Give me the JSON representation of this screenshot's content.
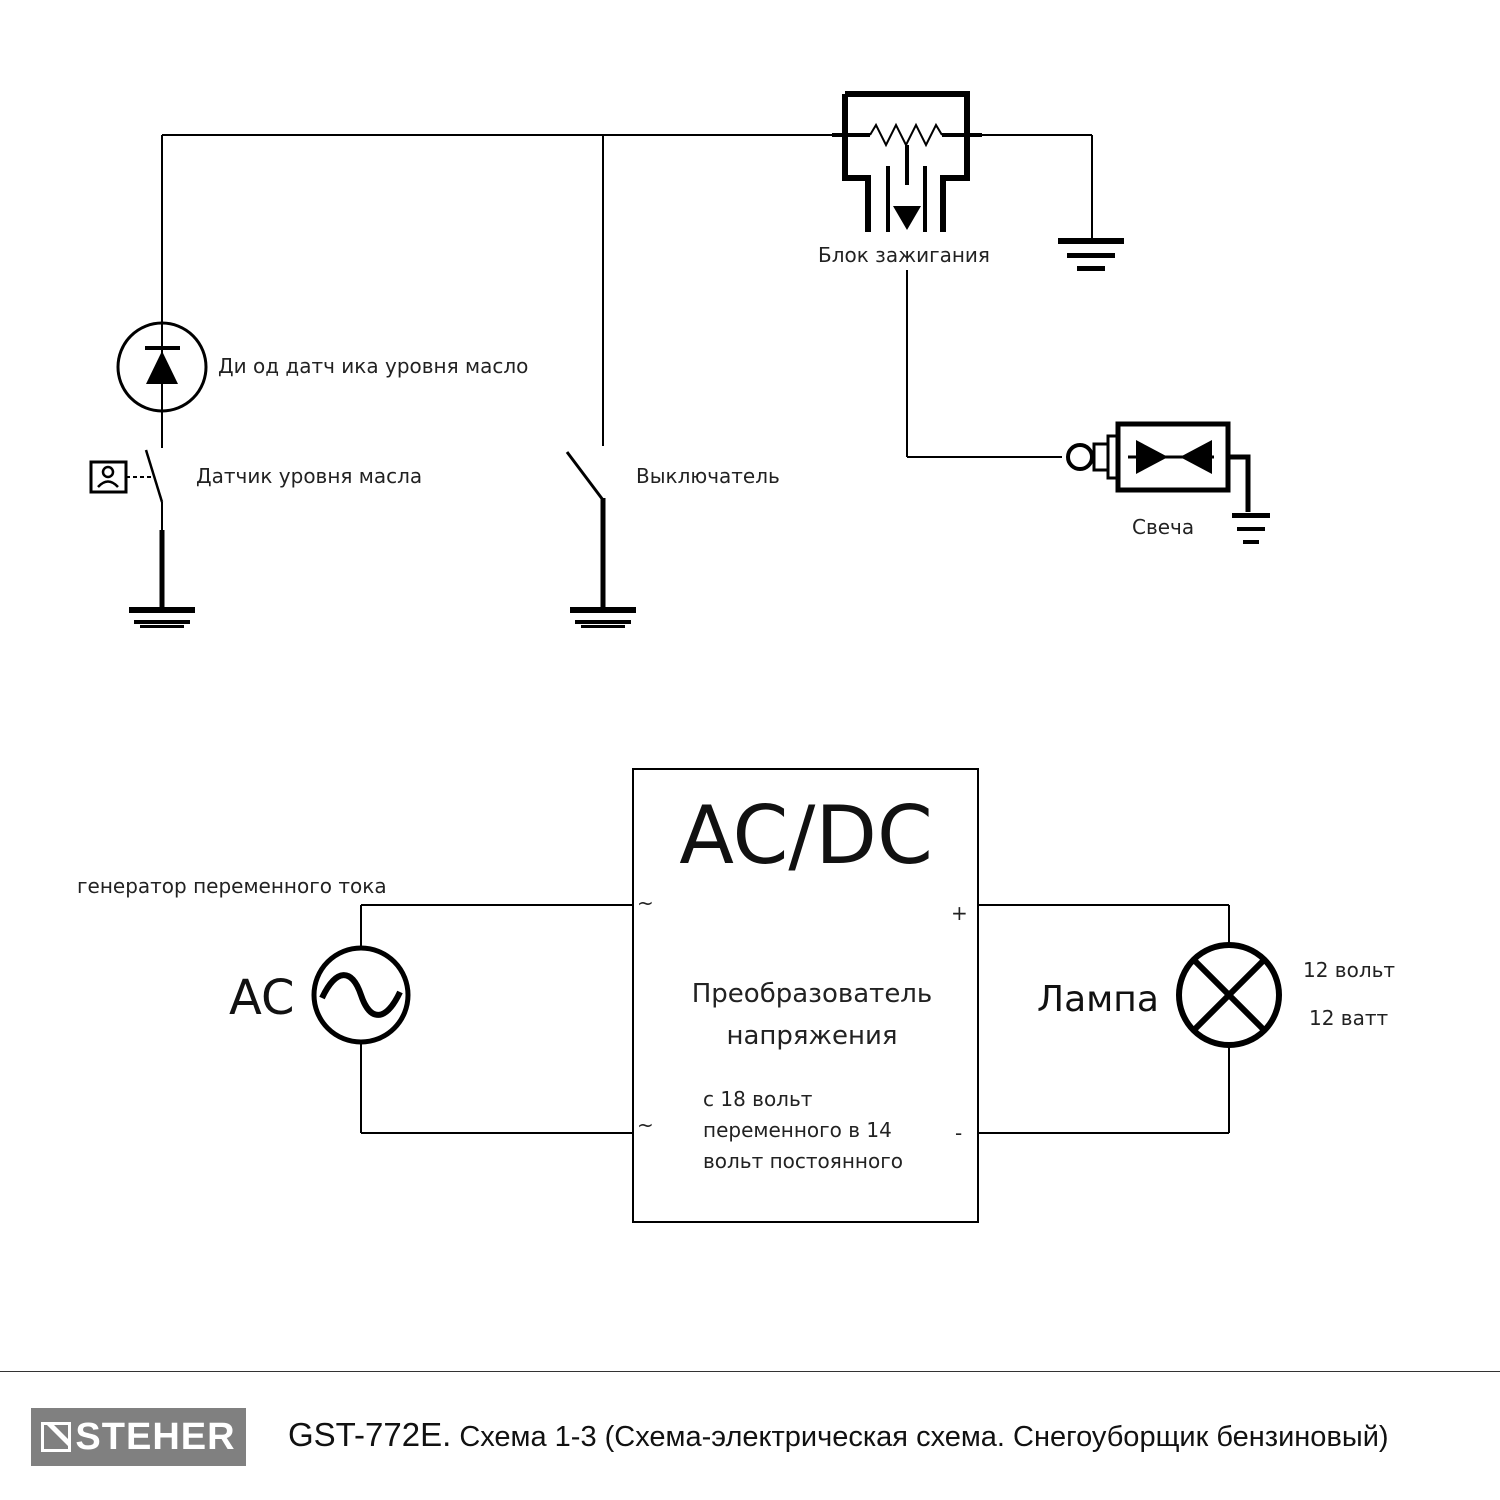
{
  "top_circuit": {
    "ignition_label": "Блок зажигания",
    "diode_label": "Ди од датч ика уровня масло",
    "oil_sensor_label": "Датчик уровня масла",
    "switch_label": "Выключатель",
    "spark_plug_label": "Свеча"
  },
  "bottom_circuit": {
    "converter_title": "AC/DC",
    "converter_name_line1": "Преобразователь",
    "converter_name_line2": "напряжения",
    "converter_spec_line1": "с 18 вольт",
    "converter_spec_line2": "переменного в 14",
    "converter_spec_line3": "вольт постоянного",
    "generator_label": "генератор переменного тока",
    "ac_label": "AC",
    "input_top_symbol": "~",
    "input_bottom_symbol": "~",
    "plus_symbol": "+",
    "minus_symbol": "-",
    "lamp_label": "Лампа",
    "lamp_voltage": "12 вольт",
    "lamp_power": "12 ватт"
  },
  "footer": {
    "brand": "STEHER",
    "model": "GST-772E.",
    "caption": "Схема 1-3 (Схема-электрическая схема. Снегоуборщик бензиновый)"
  }
}
